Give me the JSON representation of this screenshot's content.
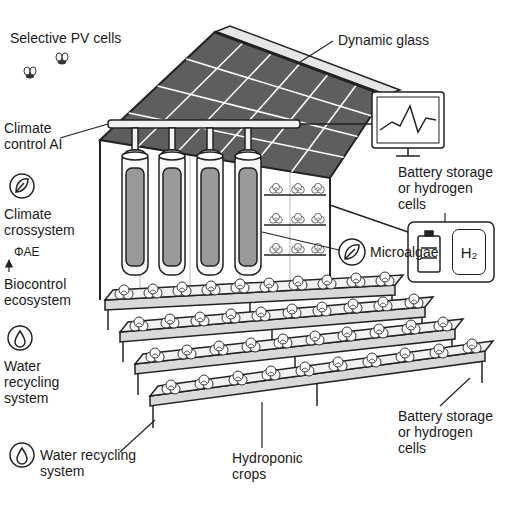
{
  "diagram": {
    "nodes": [
      {
        "text": [
          "H₂"
        ]
      }
    ],
    "labels": [
      "Selective PV cells",
      "Dynamic glass",
      "Climate control AI",
      "Climate crossystem",
      "ΦAE",
      "Biocontrol ecosystem",
      "Microalgae",
      "Battery storage or hydrogen cells",
      "Water recycling system",
      "Water recycling system",
      "Hydroponic crops",
      "Battery storage or hydrogen cells"
    ]
  }
}
